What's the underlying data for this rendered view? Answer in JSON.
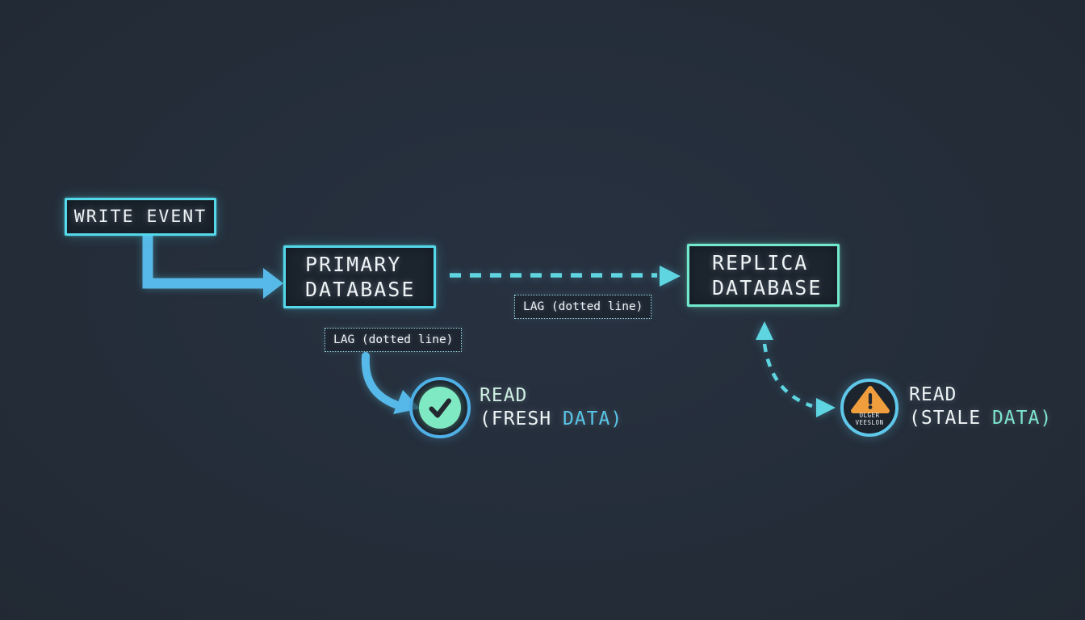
{
  "colors": {
    "bg_center": "#273140",
    "bg_mid": "#232b36",
    "bg_edge": "#1b222b",
    "box_fill": "#1c242e",
    "cyan_border": "#54d8ea",
    "mint_border": "#72e9cd",
    "arrow_blue": "#57b9e9",
    "dashed_cyan": "#5ed5e0",
    "ring_blue": "#4fb0e6",
    "ring_blue_light": "#5fc8ea",
    "mint_fill": "#7fe9c3",
    "warning_orange": "#f09d3d",
    "glyph_dark": "#23282f",
    "text_white": "#eef3f5",
    "text_cyan": "#58c6e8",
    "text_mint": "#7ce4cf",
    "text_pale_mint": "#cfefe3",
    "dotted_border": "#9bd9e3"
  },
  "nodes": {
    "write_event": {
      "label": "WRITE EVENT"
    },
    "primary_database": {
      "line1": "PRIMARY",
      "line2": "DATABASE"
    },
    "replica_database": {
      "line1": "REPLICA",
      "line2": "DATABASE"
    }
  },
  "lag_labels": {
    "between_databases": "LAG (dotted line)",
    "below_primary": "LAG (dotted line)"
  },
  "read_fresh": {
    "line1": "READ",
    "line2_prefix": "(FRESH",
    "line2_highlight": "DATA)"
  },
  "read_stale": {
    "line1": "READ",
    "line2_prefix": "(STALE",
    "line2_highlight": "DATA)",
    "badge_line1": "OLGER",
    "badge_line2": "VEESLON"
  },
  "icons": {
    "check": "check-icon",
    "warning": "warning-triangle-icon"
  }
}
